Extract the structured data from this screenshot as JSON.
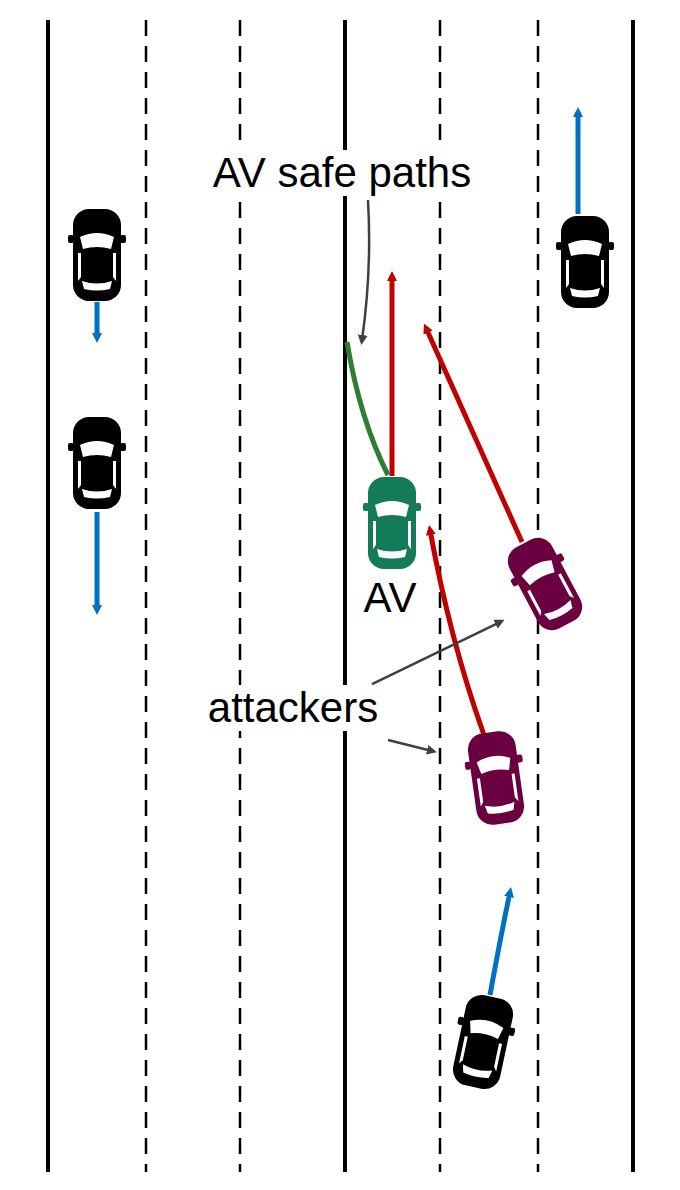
{
  "diagram": {
    "labels": [
      "AV safe paths",
      "AV",
      "attackers"
    ]
  }
}
